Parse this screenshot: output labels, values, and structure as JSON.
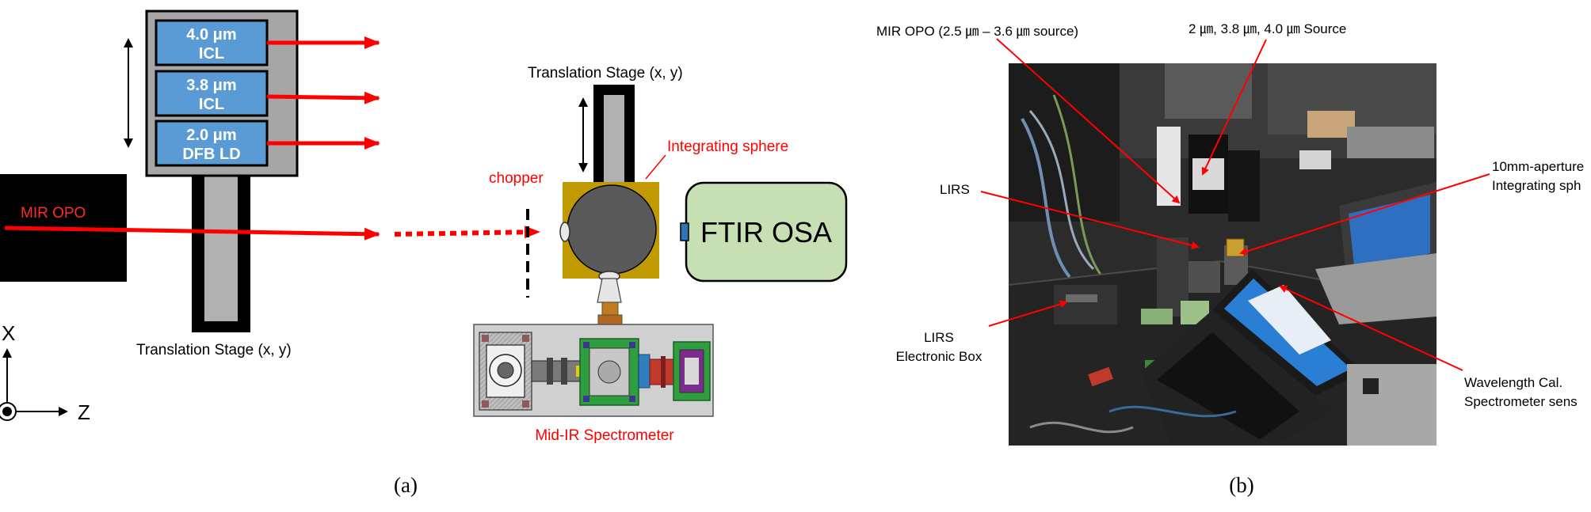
{
  "panel_a": {
    "label": "(a)",
    "sources": [
      {
        "line1": "4.0 μm",
        "line2": "ICL"
      },
      {
        "line1": "3.8 μm",
        "line2": "ICL"
      },
      {
        "line1": "2.0 μm",
        "line2": "DFB LD"
      }
    ],
    "mir_opo": "MIR OPO",
    "translation_stage_left": "Translation Stage (x, y)",
    "translation_stage_right": "Translation Stage (x, y)",
    "chopper": "chopper",
    "integrating_sphere": "Integrating sphere",
    "ftir_osa": "FTIR OSA",
    "spectrometer": "Mid-IR Spectrometer",
    "axis_x": "X",
    "axis_z": "Z"
  },
  "panel_b": {
    "label": "(b)",
    "mir_opo": "MIR OPO (2.5 ㎛ – 3.6 ㎛ source)",
    "source": "2 ㎛, 3.8 ㎛, 4.0 ㎛ Source",
    "lirs": "LIRS",
    "lirs_box_1": "LIRS",
    "lirs_box_2": "Electronic Box",
    "aperture_1": "10mm-aperture",
    "aperture_2": "Integrating sph",
    "wavelength_1": "Wavelength Cal.",
    "wavelength_2": "Spectrometer sens"
  },
  "colors": {
    "source_box": "#5b9bd5",
    "beam": "#ff0000",
    "annotation": "#ff0000",
    "sphere_housing": "#c09a00",
    "ftir_fill": "#c6e0b4",
    "stage_track": "#b0b0b0"
  }
}
